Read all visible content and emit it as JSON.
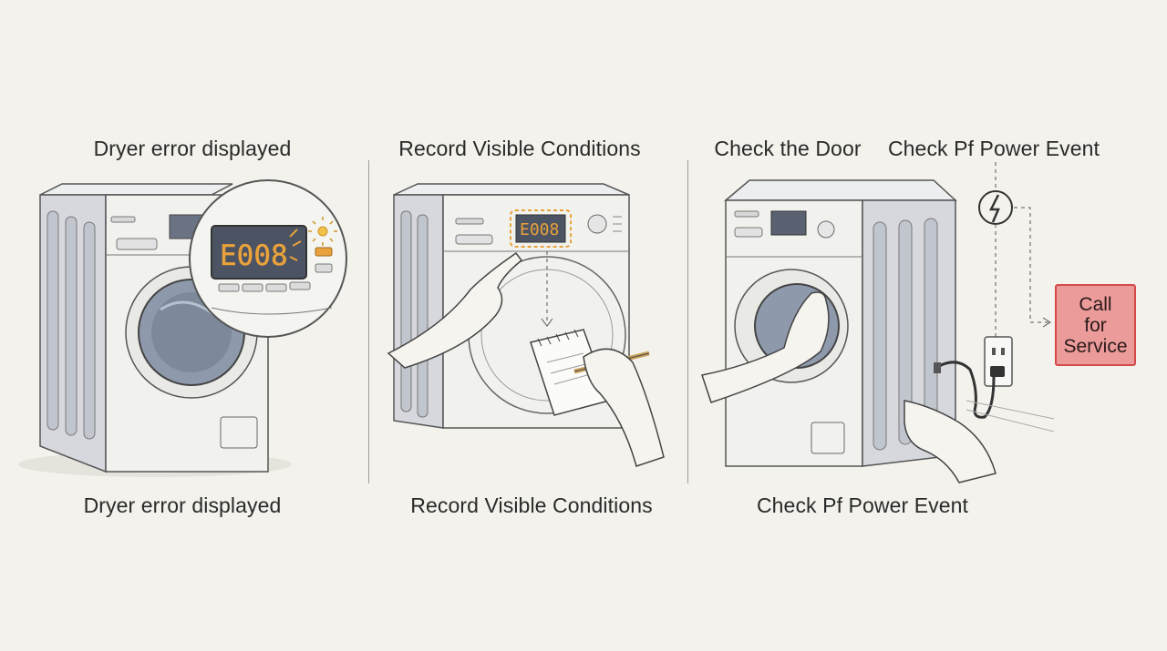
{
  "panels": [
    {
      "top_label": "Dryer error displayed",
      "bottom_label": "Dryer error displayed",
      "display_code": "E008"
    },
    {
      "top_label": "Record Visible Conditions",
      "bottom_label": "Record Visible Conditions",
      "display_code": "E008"
    },
    {
      "top_labels": [
        "Check the Door",
        "Check Pf Power Event"
      ],
      "bottom_label": "Check Pf Power Event",
      "action_box": [
        "Call",
        "for",
        "Service"
      ]
    }
  ],
  "icons": [
    "sun-icon",
    "lightning-icon",
    "power-outlet-icon",
    "notepad-icon",
    "pencil-icon"
  ],
  "colors": {
    "background": "#f3f2ec",
    "display_amber": "#e9a23b",
    "service_fill": "#ec9b9b",
    "service_border": "#d44a4a",
    "drum_blue": "#8e99ab"
  }
}
